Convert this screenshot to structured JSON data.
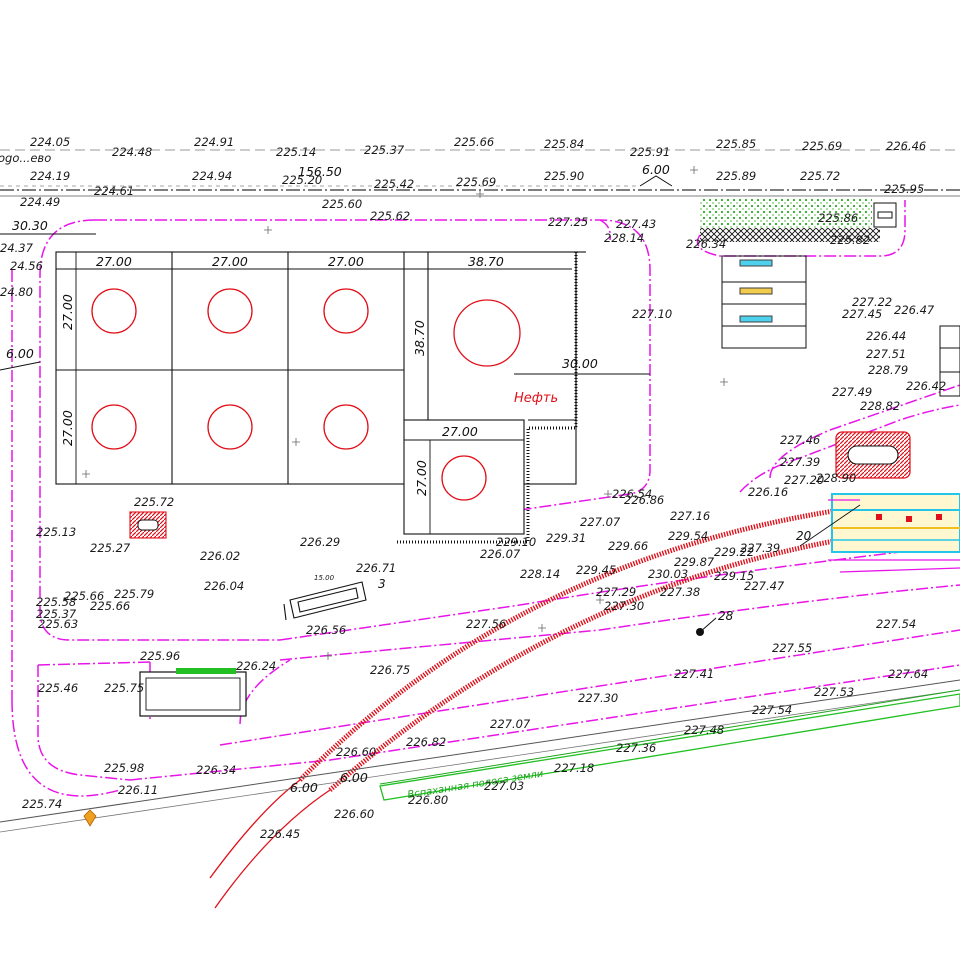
{
  "colors": {
    "background": "#ffffff",
    "road_boundary": "#e815e8",
    "tank": "#e0101a",
    "railway": "#e0101a",
    "green_strip": "#22c022",
    "green_hatch": "#2ea82e",
    "cyan_pump": "#23c6e8",
    "yellow_pump": "#f0c020",
    "lines": "#222222"
  },
  "labels": {
    "oil": "Нефть",
    "green_strip": "Вспаханная  полоса  земли",
    "mark_20": "20",
    "mark_28": "28",
    "mark_3": "3",
    "small_15": "15.00",
    "top_left_text": "ogo...ево"
  },
  "dimensions": {
    "tank_cols": [
      "27.00",
      "27.00",
      "27.00",
      "38.70"
    ],
    "row_left_top": "27.00",
    "row_left_bottom": "27.00",
    "big_tank_height": "38.70",
    "lower_tank_width": "27.00",
    "lower_tank_height": "27.00",
    "offset_30": "30.30",
    "offset_6_left": "6.00",
    "offset_30_right": "30.00",
    "top_6": "6.00",
    "top_15650": "156.50",
    "bottom_6_a": "6.00",
    "bottom_6_b": "6.00"
  },
  "elevations": [
    "224.05",
    "224.48",
    "224.91",
    "225.14",
    "225.37",
    "225.66",
    "225.84",
    "225.91",
    "225.85",
    "225.69",
    "226.46",
    "224.19",
    "224.94",
    "225.20",
    "225.42",
    "225.69",
    "225.90",
    "225.89",
    "225.72",
    "225.95",
    "224.49",
    "224.61",
    "225.60",
    "225.62",
    "227.25",
    "227.43",
    "228.14",
    "225.86",
    "225.82",
    "226.34",
    "24.37",
    "24.56",
    "24.80",
    "227.10",
    "227.22",
    "227.45",
    "226.47",
    "226.44",
    "227.51",
    "228.79",
    "227.49",
    "226.42",
    "228.82",
    "227.46",
    "227.39",
    "227.20",
    "228.90",
    "226.16",
    "225.72",
    "225.13",
    "225.27",
    "226.02",
    "226.29",
    "226.54",
    "226.86",
    "227.07",
    "227.16",
    "229.31",
    "229.10",
    "226.07",
    "229.66",
    "229.54",
    "229.87",
    "229.22",
    "227.39",
    "226.71",
    "226.04",
    "225.79",
    "225.66",
    "225.58",
    "225.37",
    "225.66",
    "225.63",
    "228.14",
    "229.45",
    "230.03",
    "229.15",
    "227.47",
    "227.29",
    "227.30",
    "227.38",
    "226.56",
    "227.56",
    "227.55",
    "227.54",
    "225.96",
    "226.24",
    "226.75",
    "227.41",
    "225.46",
    "225.75",
    "227.64",
    "227.53",
    "227.30",
    "227.54",
    "227.07",
    "227.48",
    "226.82",
    "227.36",
    "225.98",
    "226.34",
    "226.60",
    "227.18",
    "225.74",
    "226.11",
    "227.03",
    "226.80",
    "226.60",
    "226.45"
  ]
}
